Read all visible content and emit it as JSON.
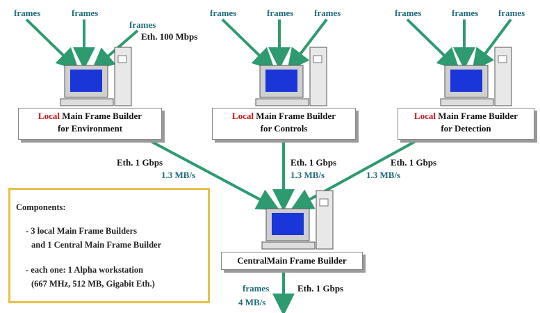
{
  "top_inputs": {
    "label": "frames"
  },
  "eth100": "Eth. 100 Mbps",
  "builders": [
    {
      "prefix": "Local",
      "title": "Main Frame Builder",
      "sub": "for Environment"
    },
    {
      "prefix": "Local",
      "title": "Main Frame Builder",
      "sub": "for Controls"
    },
    {
      "prefix": "Local",
      "title": "Main Frame Builder",
      "sub": "for Detection"
    }
  ],
  "links": [
    {
      "eth": "Eth. 1 Gbps",
      "rate": "1.3 MB/s"
    },
    {
      "eth": "Eth. 1 Gbps",
      "rate": "1.3 MB/s"
    },
    {
      "eth": "Eth. 1 Gbps",
      "rate": "1.3 MB/s"
    }
  ],
  "central": {
    "title": "CentralMain Frame Builder"
  },
  "output": {
    "frames": "frames",
    "rate": "4 MB/s",
    "eth": "Eth. 1 Gbps"
  },
  "components": {
    "title": "Components:",
    "lines": [
      "- 3 local Main Frame Builders",
      "and 1 Central Main Frame Builder",
      "- each one: 1 Alpha workstation",
      "(667 MHz, 512 MB, Gigabit Eth.)"
    ]
  },
  "colors": {
    "arrow": "#2e9a70",
    "accent_red": "#cc1111",
    "teal_text": "#1f6b7a",
    "screen": "#1a35d8",
    "component_border": "#e8c04a"
  }
}
